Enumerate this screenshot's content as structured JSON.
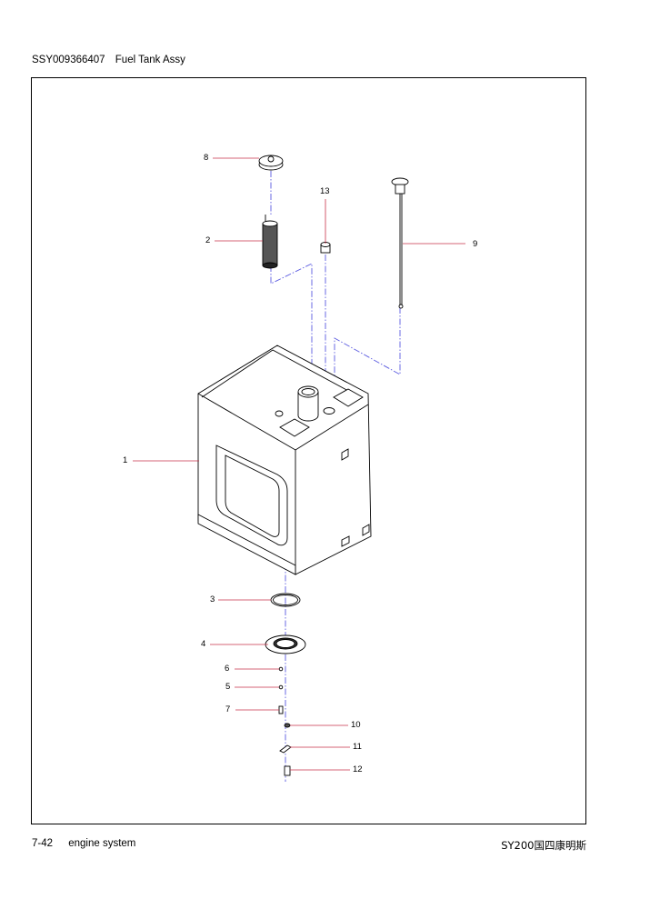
{
  "header": {
    "part_code": "SSY009366407",
    "title": "Fuel Tank Assy"
  },
  "callouts": [
    "1",
    "2",
    "3",
    "4",
    "5",
    "6",
    "7",
    "8",
    "9",
    "10",
    "11",
    "12",
    "13"
  ],
  "footer": {
    "page": "7-42",
    "section": "engine system",
    "model": "SY200国四康明斯"
  },
  "colors": {
    "leader": "#c8314a",
    "centerline": "#5a5ae0",
    "line": "#000000"
  }
}
